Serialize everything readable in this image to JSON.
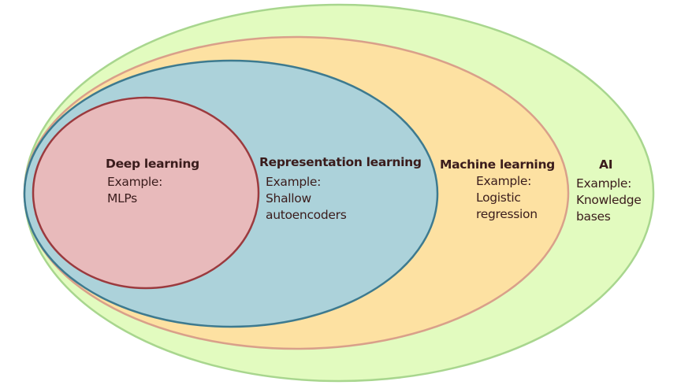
{
  "diagram": {
    "type": "nested-venn",
    "sets": [
      {
        "id": "ai",
        "title": "AI",
        "example_label": "Example:",
        "example_lines": [
          "Knowledge",
          "bases"
        ],
        "fill": "#e2fbbf",
        "stroke": "#a8d68e"
      },
      {
        "id": "ml",
        "title": "Machine learning",
        "example_label": "Example:",
        "example_lines": [
          "Logistic",
          "regression"
        ],
        "fill": "#fde1a2",
        "stroke": "#d9a08a"
      },
      {
        "id": "rl",
        "title": "Representation learning",
        "example_label": "Example:",
        "example_lines": [
          "Shallow",
          "autoencoders"
        ],
        "fill": "#acd2da",
        "stroke": "#3d7a8f"
      },
      {
        "id": "dl",
        "title": "Deep learning",
        "example_label": "Example:",
        "example_lines": [
          "MLPs"
        ],
        "fill": "#e8babb",
        "stroke": "#9b3a3e"
      }
    ]
  }
}
